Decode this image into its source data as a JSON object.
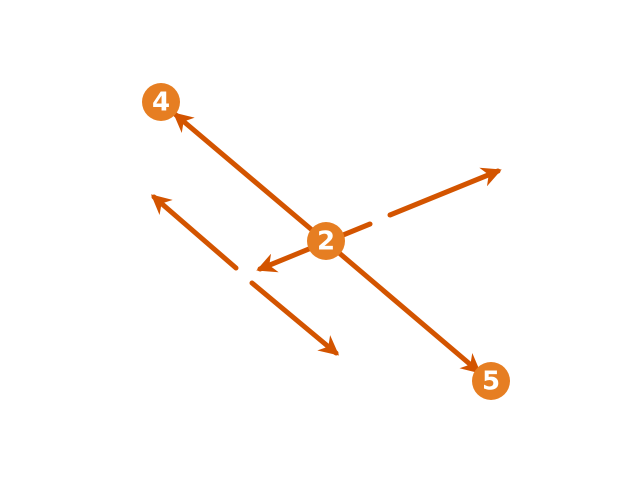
{
  "colors": {
    "edge": "#d35400",
    "node": "#e67e22",
    "label": "#ffffff",
    "background": "#ffffff"
  },
  "nodes": [
    {
      "id": "n4",
      "label": "4"
    },
    {
      "id": "n2",
      "label": "2"
    },
    {
      "id": "n5",
      "label": "5"
    }
  ],
  "edges": [
    {
      "id": "e-2-4",
      "from": "n2",
      "to": "n4",
      "style": "solid",
      "arrowhead": "end"
    },
    {
      "id": "e-2-5",
      "from": "n2",
      "to": "n5",
      "style": "solid",
      "arrowhead": "end"
    },
    {
      "id": "e-2-right",
      "from": "n2",
      "to": "",
      "style": "broken",
      "arrowhead": "end"
    },
    {
      "id": "e-loose-up",
      "from": "",
      "to": "",
      "style": "broken",
      "arrowhead": "both"
    }
  ]
}
